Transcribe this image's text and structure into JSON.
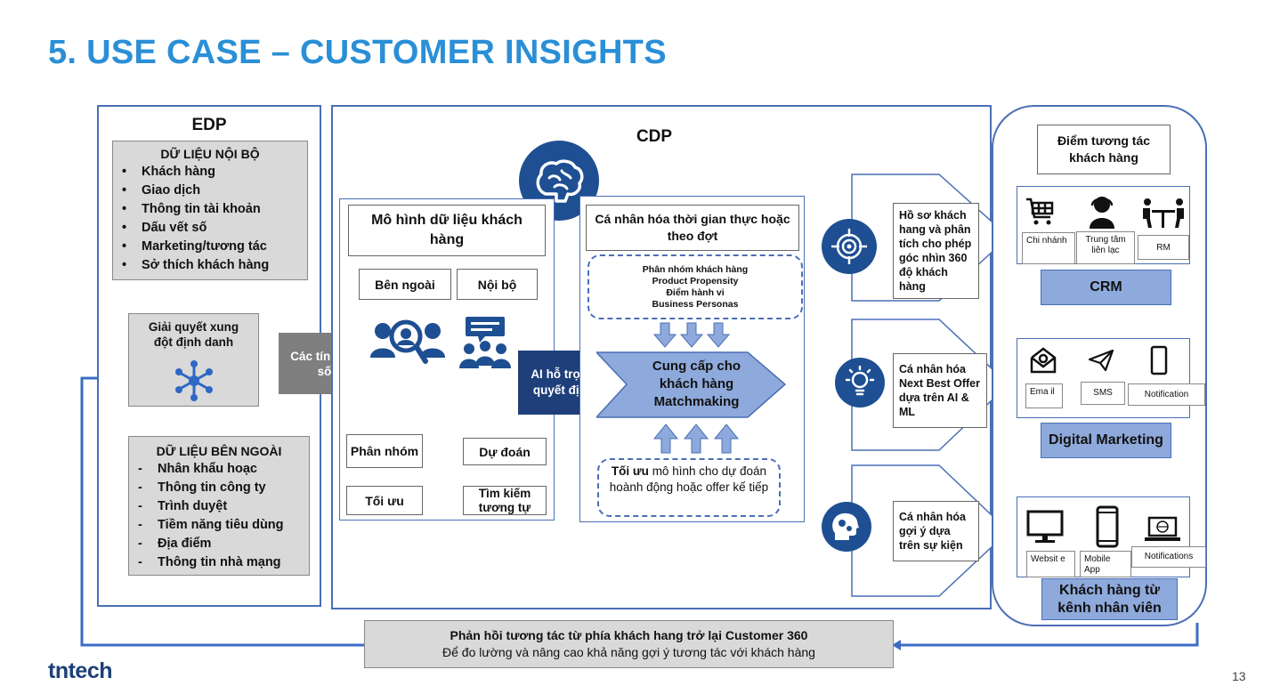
{
  "title": "5. USE CASE – CUSTOMER INSIGHTS",
  "edp": {
    "heading": "EDP",
    "internal_title": "DỮ LIỆU NỘI BỘ",
    "internal_items": [
      "Khách hàng",
      "Giao dịch",
      "Thông tin tài khoản",
      "Dấu vết số",
      "Marketing/tương tác",
      "Sở thích khách hàng"
    ],
    "identity_resolution": "Giải quyết xung đột định danh",
    "external_title": "DỮ LIỆU BÊN NGOÀI",
    "external_items": [
      "Nhân khẩu hoạc",
      "Thông tin công ty",
      "Trình duyệt",
      "Tiềm năng tiêu dùng",
      "Địa điểm",
      "Thông tin nhà mạng"
    ]
  },
  "digital_signals": "Các tín hiệu số",
  "cdp": {
    "heading": "CDP",
    "data_model_title": "Mô hình dữ liệu khách hàng",
    "external_label": "Bên ngoài",
    "internal_label": "Nội bộ",
    "segment_label": "Phân nhóm",
    "predict_label": "Dự đoán",
    "optimize_label": "Tối ưu",
    "lookalike_label": "Tìm kiếm tương tự",
    "ai_label": "AI hỗ trợ ra quyết định",
    "personalization_title": "Cá nhân hóa thời gian thực hoặc theo đợt",
    "segments_list": [
      "Phân nhóm khách hàng",
      "Product Propensity",
      "Điểm hành vi",
      "Business Personas"
    ],
    "matchmaking": "Cung cấp cho khách hàng Matchmaking",
    "optimize_model_bold": "Tối ưu",
    "optimize_model_rest": " mô hình cho dự đoán hoành động hoặc offer kế tiếp"
  },
  "outputs": [
    {
      "text": "Hồ sơ khách hang và phân tích cho phép góc nhìn 360 độ khách hàng",
      "icon": "target-icon"
    },
    {
      "text": "Cá nhân hóa Next Best Offer dựa trên AI & ML",
      "icon": "lightbulb-icon"
    },
    {
      "text": "Cá nhân hóa gợi ý dựa trên sự kiện",
      "icon": "head-gears-icon"
    }
  ],
  "touchpoints": {
    "title": "Điểm tương tác khách hàng",
    "crm": {
      "labels": [
        "Chi nhánh",
        "Trung tâm liên lạc",
        "RM"
      ],
      "bar": "CRM"
    },
    "digital": {
      "labels": [
        "Ema il",
        "SMS",
        "Notification"
      ],
      "bar": "Digital Marketing"
    },
    "staff": {
      "labels": [
        "Websit e",
        "Mobile App",
        "Notifications"
      ],
      "bar": "Khách hàng từ kênh nhân viên"
    }
  },
  "feedback": {
    "line1": "Phản hồi tương tác từ phía khách hang trở lại Customer 360",
    "line2": "Để đo lường và nâng cao khả năng gợi ý tương tác với khách hàng"
  },
  "logo": "tntech",
  "page_number": "13",
  "colors": {
    "title": "#2a8fd6",
    "dark_blue": "#1e4f92",
    "light_blue": "#8ea9db",
    "border": "#4a6fb5"
  }
}
